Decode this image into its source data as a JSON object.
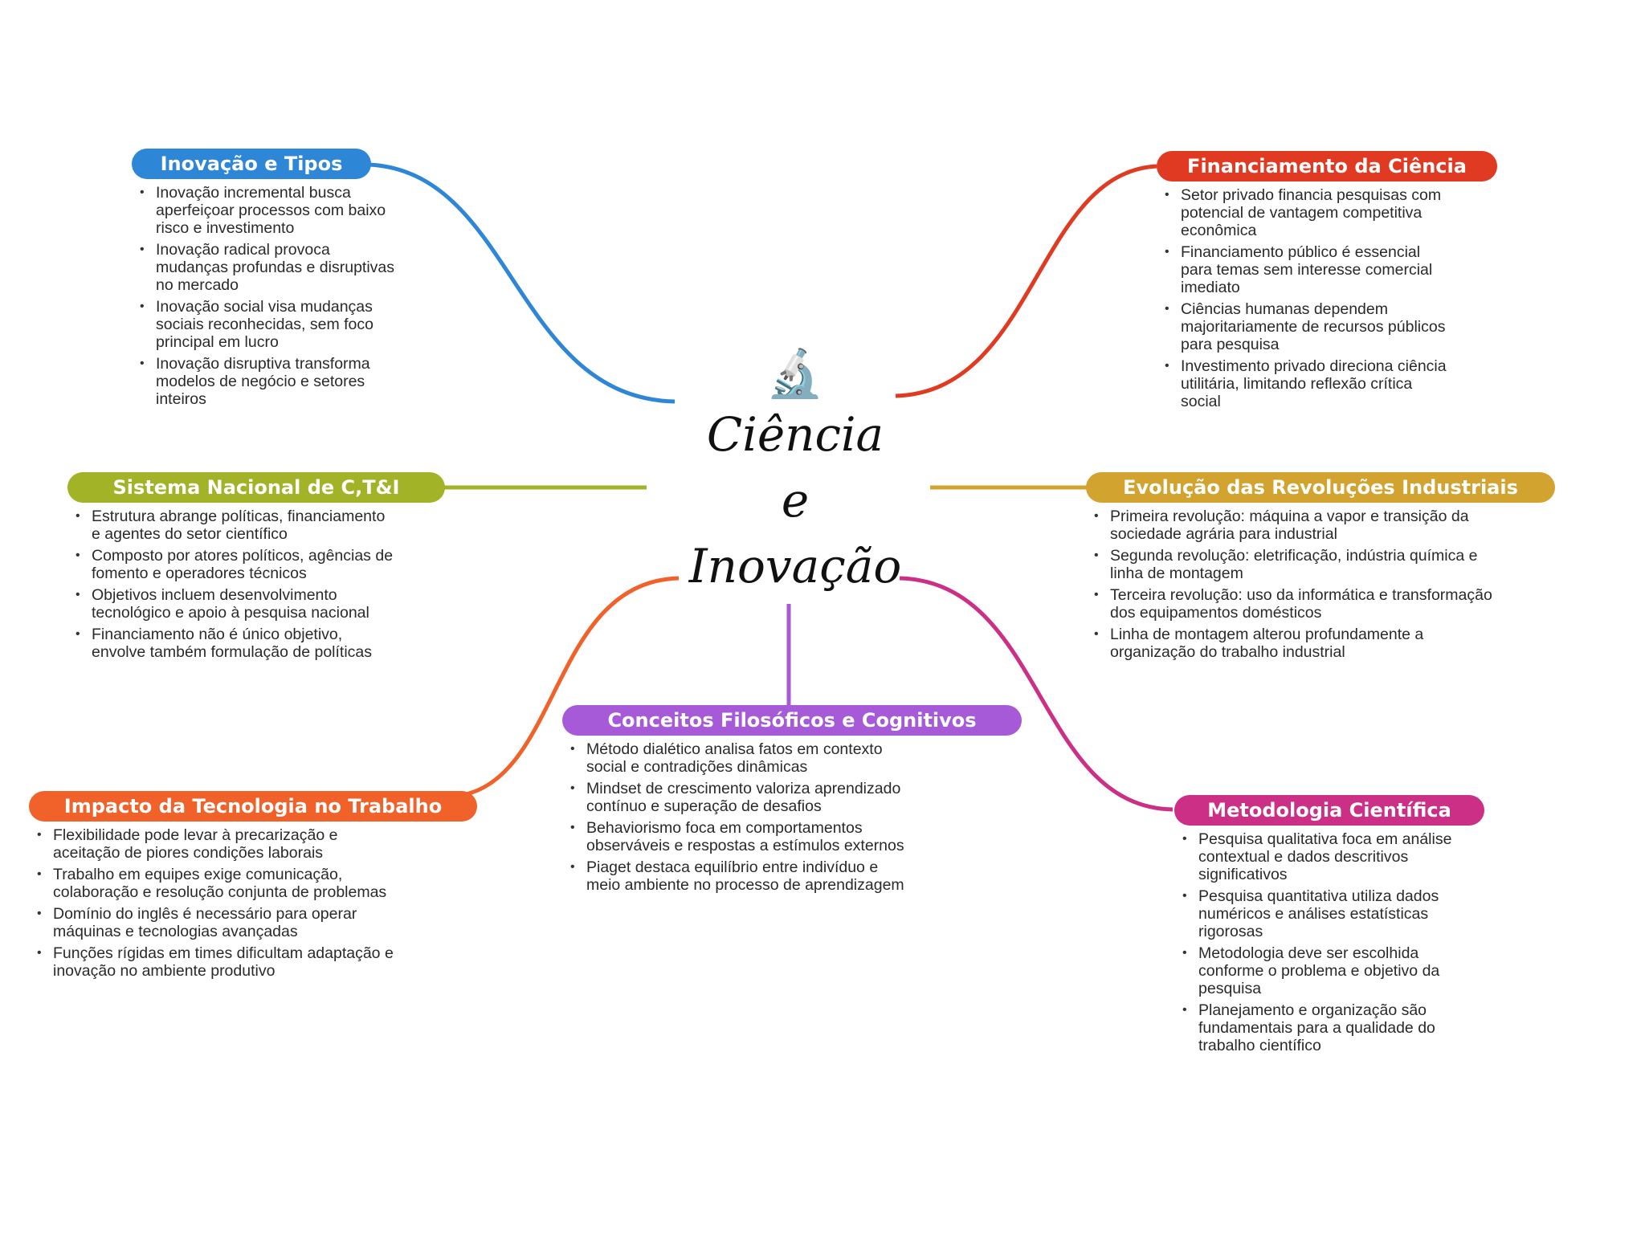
{
  "center": {
    "icon": "microscope-icon",
    "title_lines": [
      "Ciência",
      "e",
      "Inovação"
    ]
  },
  "branches": [
    {
      "id": "inovacao-tipos",
      "title": "Inovação e Tipos",
      "color": "#2e86d6",
      "items": [
        "Inovação incremental busca aperfeiçoar processos com baixo risco e investimento",
        "Inovação radical provoca mudanças profundas e disruptivas no mercado",
        "Inovação social visa mudanças sociais reconhecidas, sem foco principal em lucro",
        "Inovação disruptiva transforma modelos de negócio e setores inteiros"
      ]
    },
    {
      "id": "financiamento",
      "title": "Financiamento da Ciência",
      "color": "#e03a22",
      "items": [
        "Setor privado financia pesquisas com potencial de vantagem competitiva econômica",
        "Financiamento público é essencial para temas sem interesse comercial imediato",
        "Ciências humanas dependem majoritariamente de recursos públicos para pesquisa",
        "Investimento privado direciona ciência utilitária, limitando reflexão crítica social"
      ]
    },
    {
      "id": "sistema-nacional",
      "title": "Sistema Nacional de C,T&I",
      "color": "#a2b327",
      "items": [
        "Estrutura abrange políticas, financiamento e agentes do setor científico",
        "Composto por atores políticos, agências de fomento e operadores técnicos",
        "Objetivos incluem desenvolvimento tecnológico e apoio à pesquisa nacional",
        "Financiamento não é único objetivo, envolve também formulação de políticas"
      ]
    },
    {
      "id": "revolucoes",
      "title": "Evolução das Revoluções Industriais",
      "color": "#d3a32f",
      "items": [
        "Primeira revolução: máquina a vapor e transição da sociedade agrária para industrial",
        "Segunda revolução: eletrificação, indústria química e linha de montagem",
        "Terceira revolução: uso da informática e transformação dos equipamentos domésticos",
        "Linha de montagem alterou profundamente a organização do trabalho industrial"
      ]
    },
    {
      "id": "conceitos",
      "title": "Conceitos Filosóficos e Cognitivos",
      "color": "#a75ad8",
      "items": [
        "Método dialético analisa fatos em contexto social e contradições dinâmicas",
        "Mindset de crescimento valoriza aprendizado contínuo e superação de desafios",
        "Behaviorismo foca em comportamentos observáveis e respostas a estímulos externos",
        "Piaget destaca equilíbrio entre indivíduo e meio ambiente no processo de aprendizagem"
      ]
    },
    {
      "id": "impacto",
      "title": "Impacto da Tecnologia no Trabalho",
      "color": "#f0622a",
      "items": [
        "Flexibilidade pode levar à precarização e aceitação de piores condições laborais",
        "Trabalho em equipes exige comunicação, colaboração e resolução conjunta de problemas",
        "Domínio do inglês é necessário para operar máquinas e tecnologias avançadas",
        "Funções rígidas em times dificultam adaptação e inovação no ambiente produtivo"
      ]
    },
    {
      "id": "metodologia",
      "title": "Metodologia Científica",
      "color": "#cc2f86",
      "items": [
        "Pesquisa qualitativa foca em análise contextual e dados descritivos significativos",
        "Pesquisa quantitativa utiliza dados numéricos e análises estatísticas rigorosas",
        "Metodologia deve ser escolhida conforme o problema e objetivo da pesquisa",
        "Planejamento e organização são fundamentais para a qualidade do trabalho científico"
      ]
    }
  ]
}
